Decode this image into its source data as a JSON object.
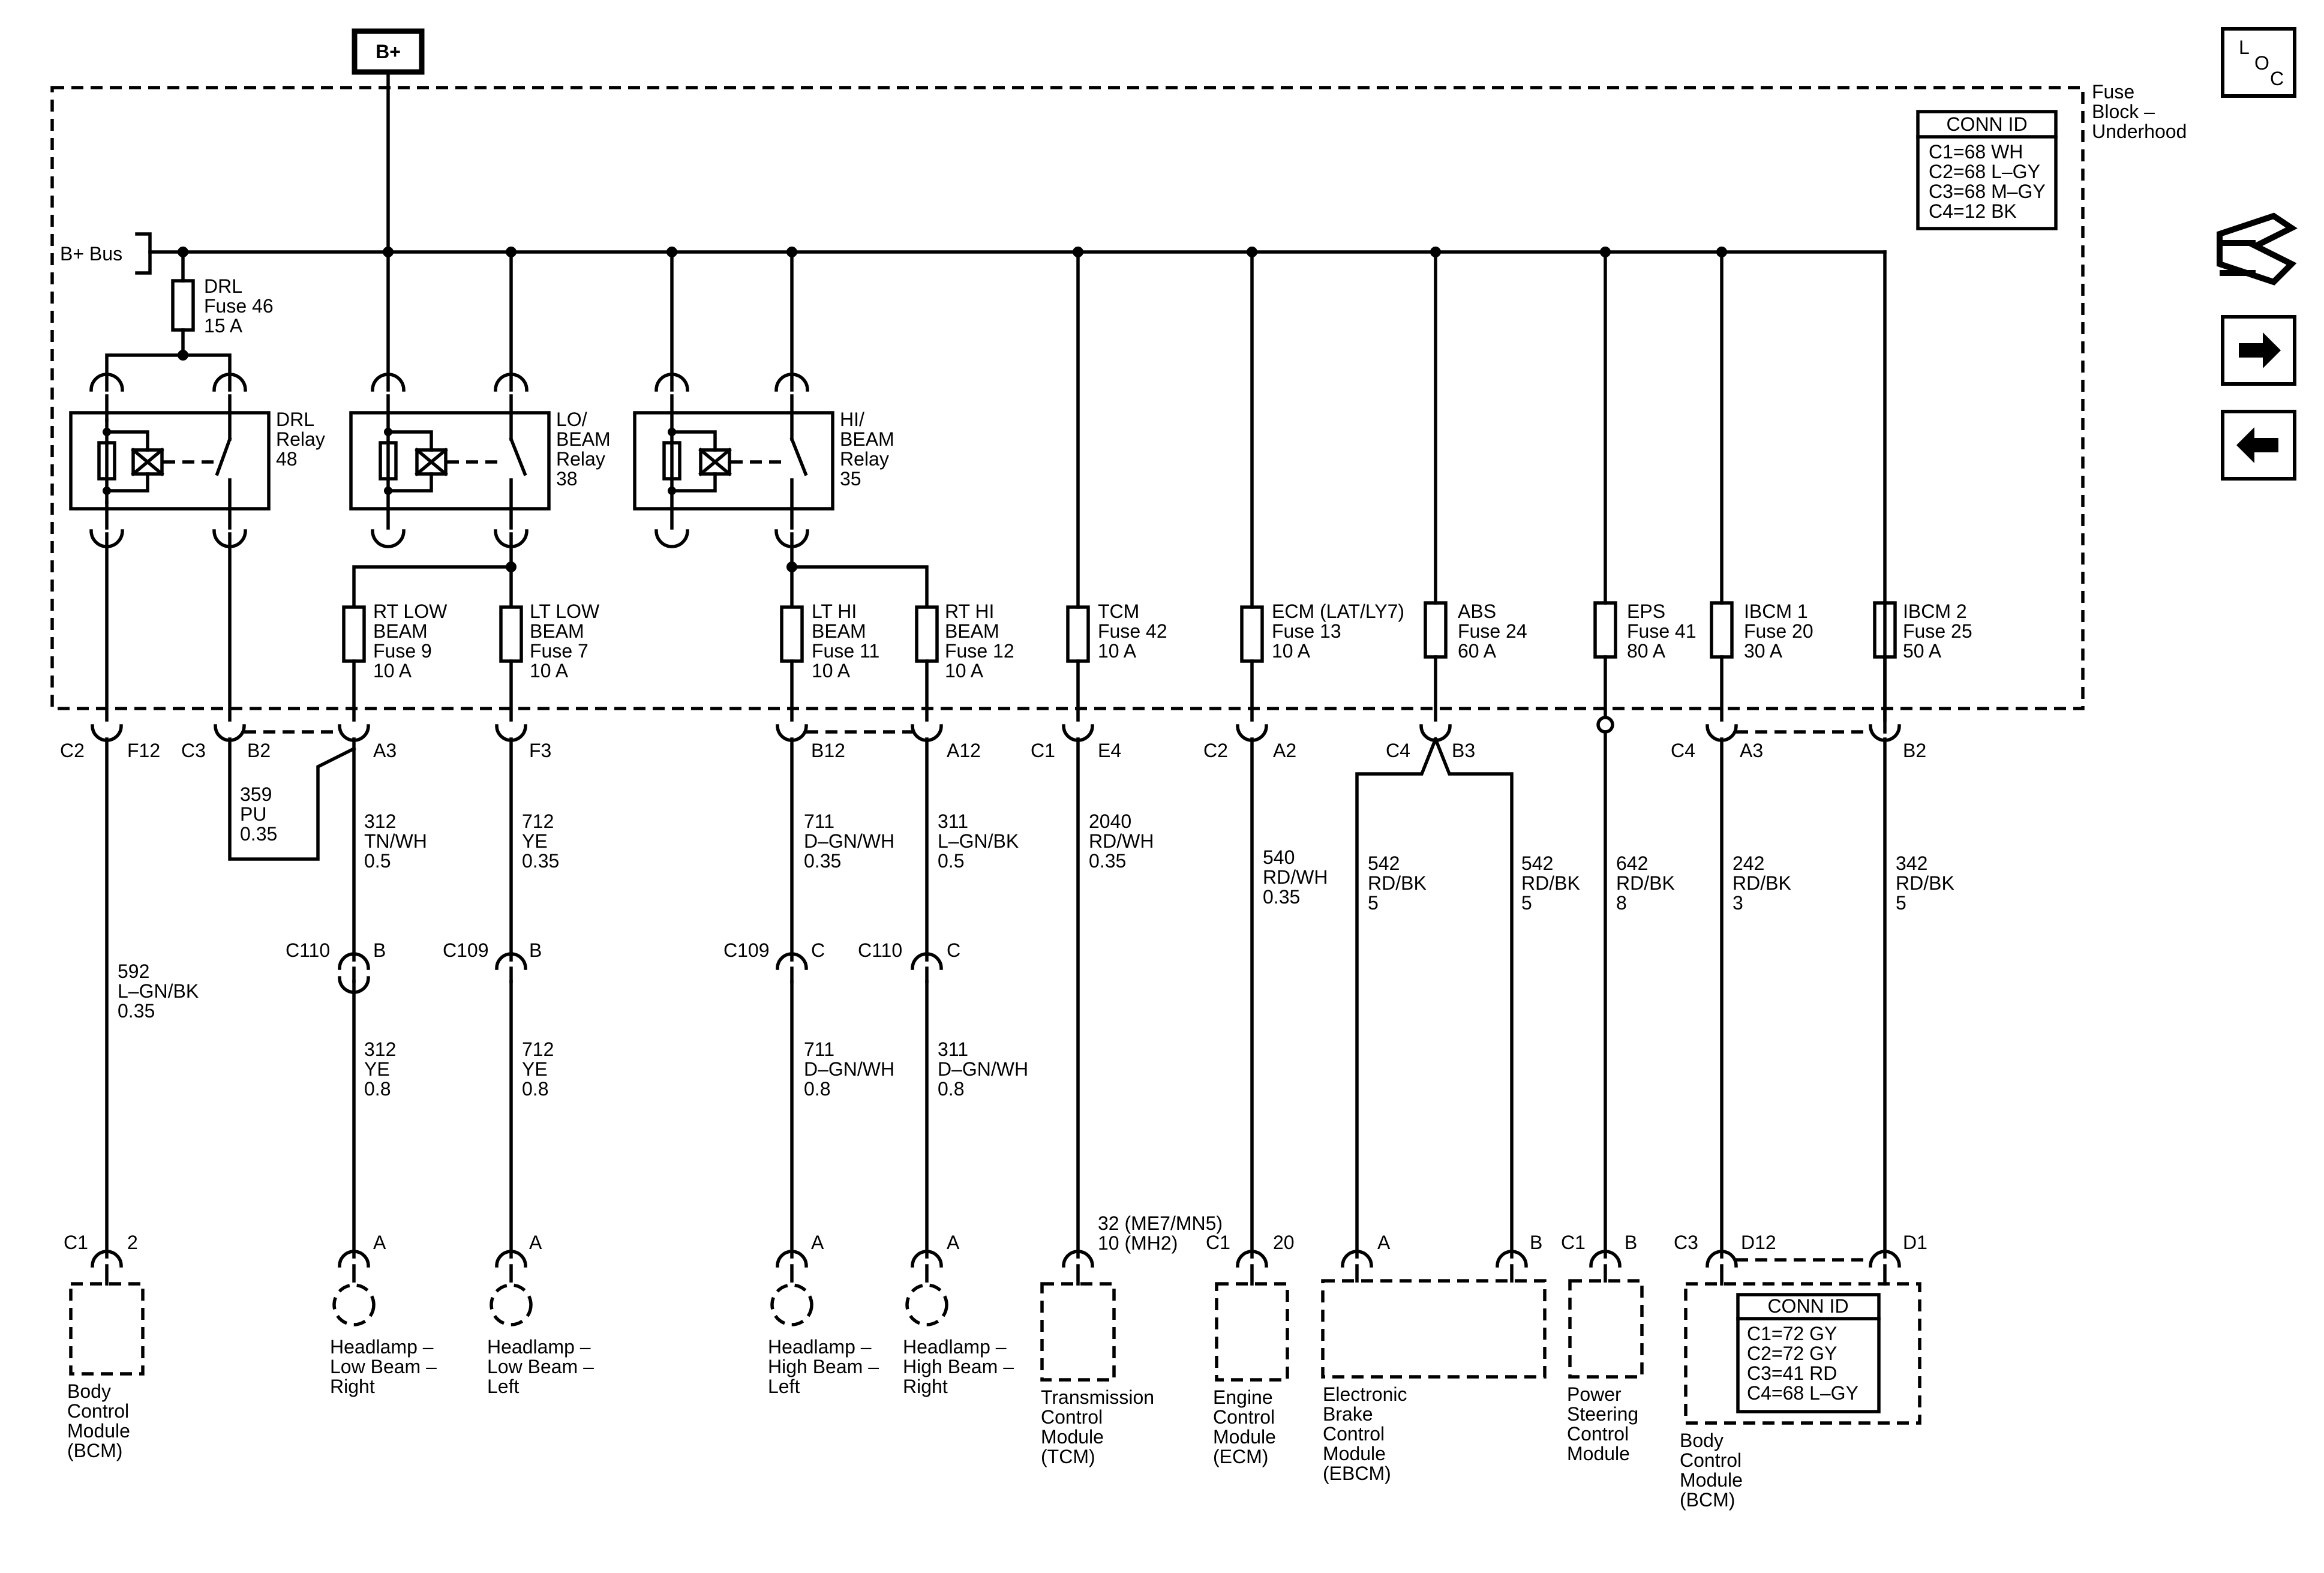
{
  "supply": {
    "label": "B+",
    "bus_label": "B+ Bus"
  },
  "fuse_block": {
    "label": [
      "Fuse",
      "Block –",
      "Underhood"
    ],
    "conn_id": {
      "title": "CONN ID",
      "lines": [
        "C1=68 WH",
        "C2=68 L–GY",
        "C3=68 M–GY",
        "C4=12 BK"
      ]
    }
  },
  "relays": [
    {
      "id": "drl",
      "lines": [
        "DRL",
        "Relay",
        "48"
      ]
    },
    {
      "id": "lo_beam",
      "lines": [
        "LO/",
        "BEAM",
        "Relay",
        "38"
      ]
    },
    {
      "id": "hi_beam",
      "lines": [
        "HI/",
        "BEAM",
        "Relay",
        "35"
      ]
    }
  ],
  "fuses": [
    {
      "id": "drl",
      "lines": [
        "DRL",
        "Fuse 46",
        "15 A"
      ]
    },
    {
      "id": "rt_low",
      "lines": [
        "RT LOW",
        "BEAM",
        "Fuse 9",
        "10 A"
      ]
    },
    {
      "id": "lt_low",
      "lines": [
        "LT LOW",
        "BEAM",
        "Fuse 7",
        "10 A"
      ]
    },
    {
      "id": "lt_hi",
      "lines": [
        "LT HI",
        "BEAM",
        "Fuse 11",
        "10 A"
      ]
    },
    {
      "id": "rt_hi",
      "lines": [
        "RT HI",
        "BEAM",
        "Fuse 12",
        "10 A"
      ]
    },
    {
      "id": "tcm",
      "lines": [
        "TCM",
        "Fuse 42",
        "10 A"
      ]
    },
    {
      "id": "ecm",
      "lines": [
        "ECM (LAT/LY7)",
        "Fuse 13",
        "10 A"
      ]
    },
    {
      "id": "abs",
      "lines": [
        "ABS",
        "Fuse 24",
        "60 A"
      ]
    },
    {
      "id": "eps",
      "lines": [
        "EPS",
        "Fuse 41",
        "80 A"
      ]
    },
    {
      "id": "ibcm1",
      "lines": [
        "IBCM 1",
        "Fuse 20",
        "30 A"
      ]
    },
    {
      "id": "ibcm2",
      "lines": [
        "IBCM 2",
        "Fuse 25",
        "50 A"
      ]
    }
  ],
  "connector_labels": [
    "C2",
    "F12",
    "C3",
    "B2",
    "A3",
    "F3",
    "B12",
    "A12",
    "C1",
    "E4",
    "C2",
    "A2",
    "C4",
    "B3",
    "C4",
    "A3",
    "B2"
  ],
  "inline_connectors": [
    [
      "C110",
      "B"
    ],
    [
      "C109",
      "B"
    ],
    [
      "C109",
      "C"
    ],
    [
      "C110",
      "C"
    ]
  ],
  "wires": [
    [
      "359",
      "PU",
      "0.35"
    ],
    [
      "312",
      "TN/WH",
      "0.5"
    ],
    [
      "712",
      "YE",
      "0.35"
    ],
    [
      "711",
      "D–GN/WH",
      "0.35"
    ],
    [
      "311",
      "L–GN/BK",
      "0.5"
    ],
    [
      "2040",
      "RD/WH",
      "0.35"
    ],
    [
      "540",
      "RD/WH",
      "0.35"
    ],
    [
      "542",
      "RD/BK",
      "5"
    ],
    [
      "542",
      "RD/BK",
      "5"
    ],
    [
      "642",
      "RD/BK",
      "8"
    ],
    [
      "242",
      "RD/BK",
      "3"
    ],
    [
      "342",
      "RD/BK",
      "5"
    ],
    [
      "592",
      "L–GN/BK",
      "0.35"
    ],
    [
      "312",
      "YE",
      "0.8"
    ],
    [
      "712",
      "YE",
      "0.8"
    ],
    [
      "711",
      "D–GN/WH",
      "0.8"
    ],
    [
      "311",
      "D–GN/WH",
      "0.8"
    ]
  ],
  "component_pins": [
    [
      "C1",
      "2"
    ],
    [
      "A"
    ],
    [
      "A"
    ],
    [
      "A"
    ],
    [
      "A"
    ],
    [
      "32 (ME7/MN5)",
      "10 (MH2)"
    ],
    [
      "C1",
      "20"
    ],
    [
      "A"
    ],
    [
      "B"
    ],
    [
      "C1",
      "B"
    ],
    [
      "C3",
      "D12"
    ],
    [
      "D1"
    ]
  ],
  "components": [
    {
      "id": "bcm1",
      "lines": [
        "Body",
        "Control",
        "Module",
        "(BCM)"
      ]
    },
    {
      "id": "hl_lo_rt",
      "lines": [
        "Headlamp –",
        "Low Beam –",
        "Right"
      ]
    },
    {
      "id": "hl_lo_lt",
      "lines": [
        "Headlamp –",
        "Low Beam –",
        "Left"
      ]
    },
    {
      "id": "hl_hi_lt",
      "lines": [
        "Headlamp –",
        "High Beam –",
        "Left"
      ]
    },
    {
      "id": "hl_hi_rt",
      "lines": [
        "Headlamp –",
        "High Beam –",
        "Right"
      ]
    },
    {
      "id": "tcm",
      "lines": [
        "Transmission",
        "Control",
        "Module",
        "(TCM)"
      ]
    },
    {
      "id": "ecm",
      "lines": [
        "Engine",
        "Control",
        "Module",
        "(ECM)"
      ]
    },
    {
      "id": "ebcm",
      "lines": [
        "Electronic",
        "Brake",
        "Control",
        "Module",
        "(EBCM)"
      ]
    },
    {
      "id": "pscm",
      "lines": [
        "Power",
        "Steering",
        "Control",
        "Module"
      ]
    },
    {
      "id": "bcm2",
      "lines": [
        "Body",
        "Control",
        "Module",
        "(BCM)"
      ]
    }
  ],
  "bcm_conn_id": {
    "title": "CONN ID",
    "lines": [
      "C1=72 GY",
      "C2=72 GY",
      "C3=41 RD",
      "C4=68 L–GY"
    ]
  },
  "nav": {
    "loc": [
      "L",
      "O",
      "C"
    ],
    "icons": [
      "schematic-nav-icon",
      "next-arrow-icon",
      "prev-arrow-icon"
    ]
  }
}
